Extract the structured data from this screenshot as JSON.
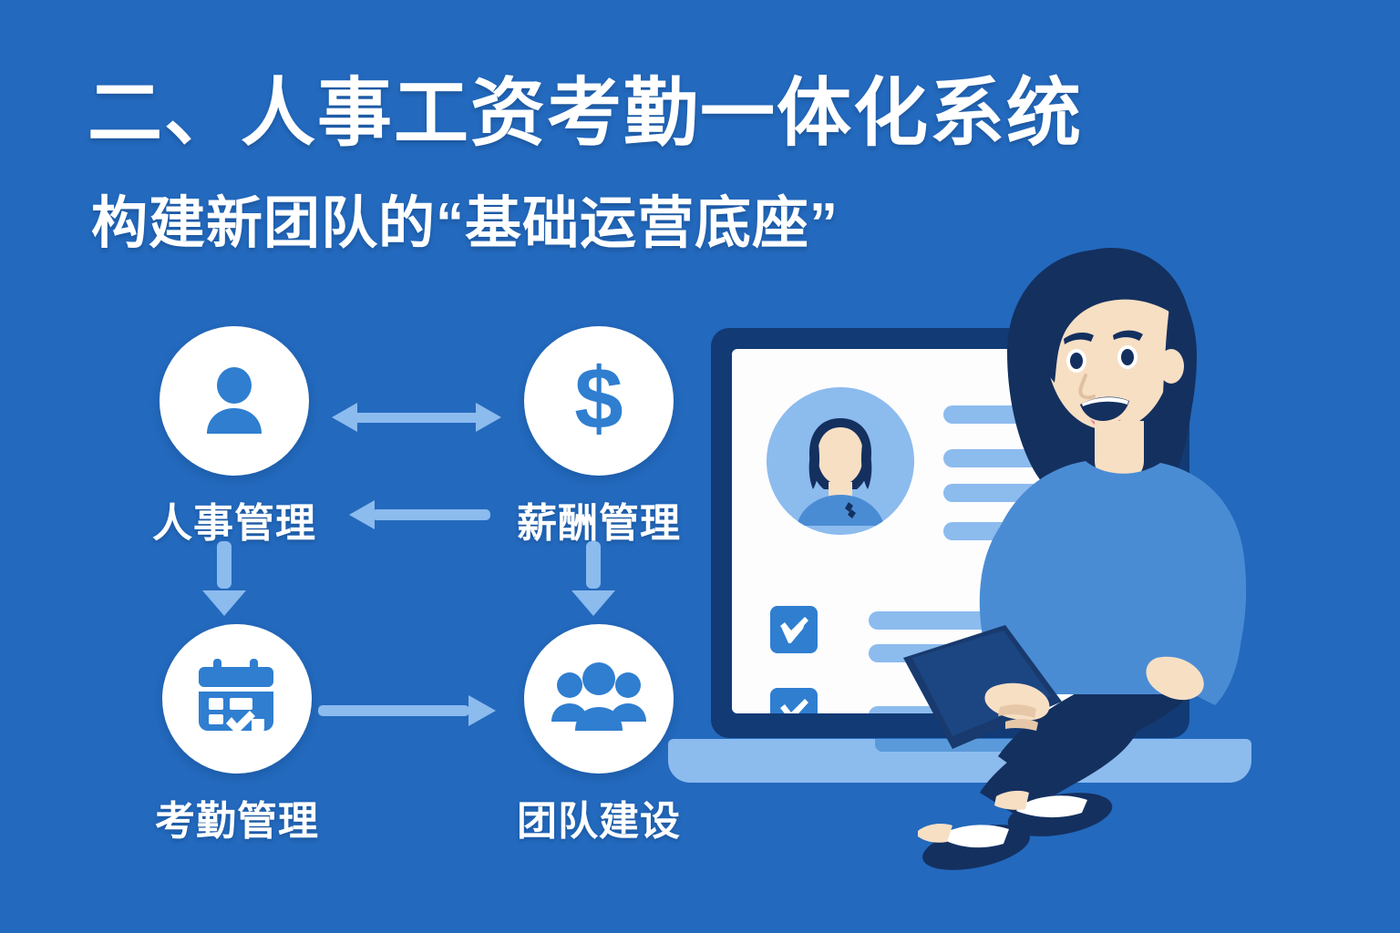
{
  "palette": {
    "background": "#2369bd",
    "white": "#ffffff",
    "icon_blue": "#2f7ed0",
    "arrow_blue": "#8cbbee",
    "light_blue": "#8cbbee",
    "navy": "#123a75",
    "dark_navy": "#14305f",
    "skin": "#f7dfc4",
    "sweater_blue": "#4a8cd4"
  },
  "header": {
    "title": "二、人事工资考勤一体化系统",
    "subtitle": "构建新团队的“基础运营底座”"
  },
  "flow": {
    "nodes": [
      {
        "id": "hr",
        "label": "人事管理",
        "icon": "person-icon"
      },
      {
        "id": "payroll",
        "label": "薪酬管理",
        "icon": "dollar-icon"
      },
      {
        "id": "attendance",
        "label": "考勤管理",
        "icon": "calendar-check-icon"
      },
      {
        "id": "team",
        "label": "团队建设",
        "icon": "group-people-icon"
      }
    ],
    "connectors": [
      {
        "id": "hr-payroll",
        "icon": "double-arrow-horizontal-icon",
        "direction": "both"
      },
      {
        "id": "payroll-hr",
        "icon": "arrow-left-icon",
        "direction": "left"
      },
      {
        "id": "attendance-team",
        "icon": "arrow-right-icon",
        "direction": "right"
      },
      {
        "id": "hr-attendance",
        "icon": "arrow-down-icon",
        "direction": "down"
      },
      {
        "id": "payroll-team",
        "icon": "arrow-down-icon",
        "direction": "down"
      }
    ]
  },
  "illustration": {
    "device": "laptop",
    "screen": {
      "avatar": "employee-avatar",
      "info_bars": 4,
      "checklist": [
        {
          "checked": true,
          "lines": 2
        },
        {
          "checked": true,
          "lines": 1
        }
      ]
    },
    "person": {
      "description": "woman-with-tablet",
      "pose": "seated-crossed-legs",
      "holding": "tablet-icon"
    }
  }
}
